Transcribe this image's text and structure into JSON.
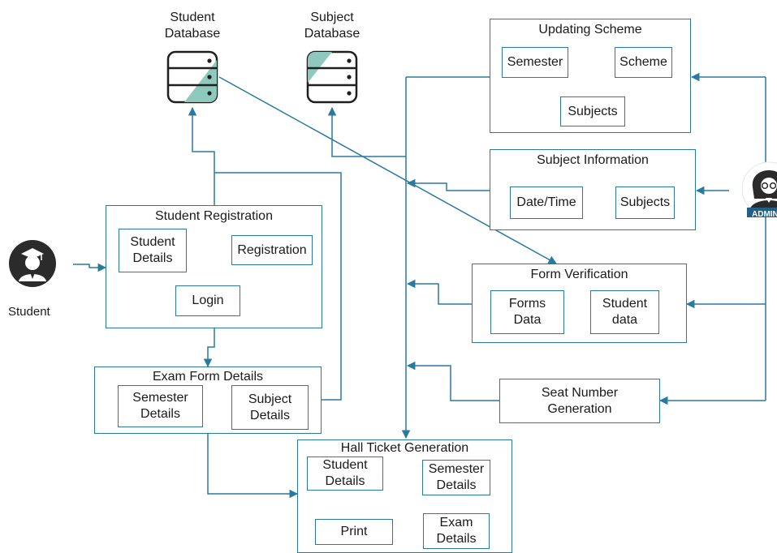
{
  "databases": {
    "student": "Student\nDatabase",
    "subject": "Subject\nDatabase"
  },
  "actors": {
    "student": "Student",
    "admin": "ADMIN"
  },
  "updating_scheme": {
    "title": "Updating Scheme",
    "semester": "Semester",
    "scheme": "Scheme",
    "subjects": "Subjects"
  },
  "subject_information": {
    "title": "Subject Information",
    "datetime": "Date/Time",
    "subjects": "Subjects"
  },
  "form_verification": {
    "title": "Form Verification",
    "forms_data": "Forms\nData",
    "student_data": "Student\ndata"
  },
  "seat_number": {
    "label": "Seat Number\nGeneration"
  },
  "student_registration": {
    "title": "Student Registration",
    "student_details": "Student\nDetails",
    "registration": "Registration",
    "login": "Login"
  },
  "exam_form": {
    "title": "Exam Form Details",
    "semester_details": "Semester\nDetails",
    "subject_details": "Subject\nDetails"
  },
  "hall_ticket": {
    "title": "Hall Ticket Generation",
    "student_details": "Student\nDetails",
    "semester_details": "Semester\nDetails",
    "exam_details": "Exam\nDetails",
    "print": "Print"
  },
  "colors": {
    "line": "#2a7aa0",
    "db_teal": "#8fc9bd",
    "icon_dark": "#2b2b2b"
  }
}
